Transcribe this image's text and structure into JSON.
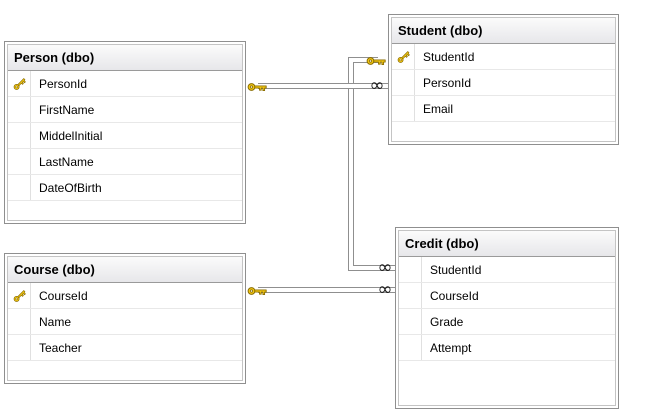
{
  "tables": [
    {
      "id": "person",
      "title": "Person (dbo)",
      "columns": [
        {
          "label": "PersonId",
          "pk": true
        },
        {
          "label": "FirstName",
          "pk": false
        },
        {
          "label": "MiddelInitial",
          "pk": false
        },
        {
          "label": "LastName",
          "pk": false
        },
        {
          "label": "DateOfBirth",
          "pk": false
        }
      ]
    },
    {
      "id": "student",
      "title": "Student (dbo)",
      "columns": [
        {
          "label": "StudentId",
          "pk": true
        },
        {
          "label": "PersonId",
          "pk": false
        },
        {
          "label": "Email",
          "pk": false
        }
      ]
    },
    {
      "id": "course",
      "title": "Course (dbo)",
      "columns": [
        {
          "label": "CourseId",
          "pk": true
        },
        {
          "label": "Name",
          "pk": false
        },
        {
          "label": "Teacher",
          "pk": false
        }
      ]
    },
    {
      "id": "credit",
      "title": "Credit (dbo)",
      "columns": [
        {
          "label": "StudentId",
          "pk": false
        },
        {
          "label": "CourseId",
          "pk": false
        },
        {
          "label": "Grade",
          "pk": false
        },
        {
          "label": "Attempt",
          "pk": false
        }
      ]
    }
  ],
  "relations": [
    {
      "name": "Person-Student",
      "pk_end": "Person.PersonId",
      "fk_end": "Student.PersonId",
      "infinity_symbol": "∞"
    },
    {
      "name": "Student-Credit",
      "pk_end": "Student.StudentId",
      "fk_end": "Credit.StudentId",
      "infinity_symbol": "∞"
    },
    {
      "name": "Course-Credit",
      "pk_end": "Course.CourseId",
      "fk_end": "Credit.CourseId",
      "infinity_symbol": "∞"
    }
  ],
  "colors": {
    "key_gold": "#f5c913",
    "key_outline": "#8a6d00",
    "line_gray": "#8f8f8f",
    "table_border": "#8f8f8f"
  }
}
